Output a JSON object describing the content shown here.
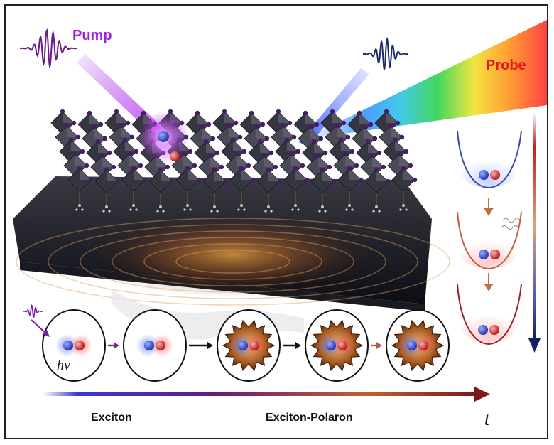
{
  "labels": {
    "pump": "Pump",
    "probe": "Probe",
    "hv": "hv",
    "exciton": "Exciton",
    "exciton_polaron": "Exciton-Polaron",
    "time": "t"
  },
  "colors": {
    "pump": "#a020e0",
    "probe": "#e01818",
    "electron": "#1a3cd6",
    "hole": "#d81a1a",
    "octahedron": "#3a3a44",
    "iodide": "#4a1a6a",
    "polaron_cloud": "#b8642a"
  },
  "icons": [
    "pump-pulse-icon",
    "probe-pulse-icon",
    "perovskite-lattice",
    "exciton-pair-icon",
    "potential-well-icon",
    "phonon-wave-icon",
    "time-arrow-icon"
  ]
}
